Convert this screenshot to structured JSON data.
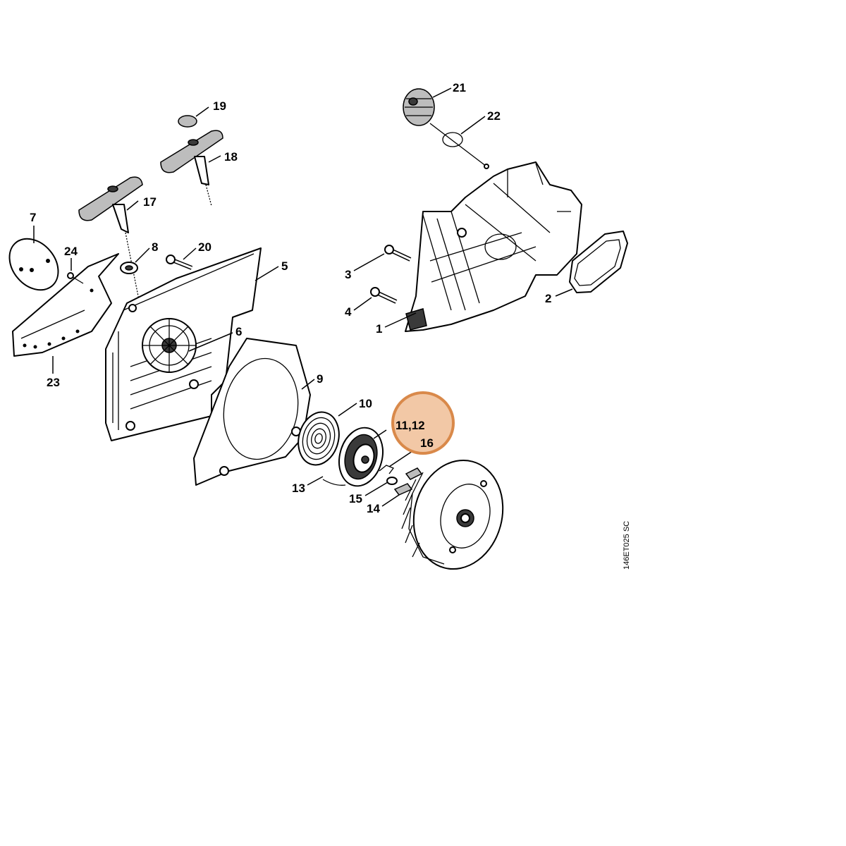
{
  "callouts": {
    "c1": "1",
    "c2": "2",
    "c3": "3",
    "c4": "4",
    "c5": "5",
    "c6": "6",
    "c7": "7",
    "c8": "8",
    "c9": "9",
    "c10": "10",
    "c11_12": "11,12",
    "c13": "13",
    "c14": "14",
    "c15": "15",
    "c16": "16",
    "c17": "17",
    "c18": "18",
    "c19": "19",
    "c20": "20",
    "c21": "21",
    "c22": "22",
    "c23": "23",
    "c24": "24"
  },
  "drawing_code": "146ET025 SC",
  "highlight": {
    "color": "#d9894a",
    "fill": "#f2c8a6"
  }
}
